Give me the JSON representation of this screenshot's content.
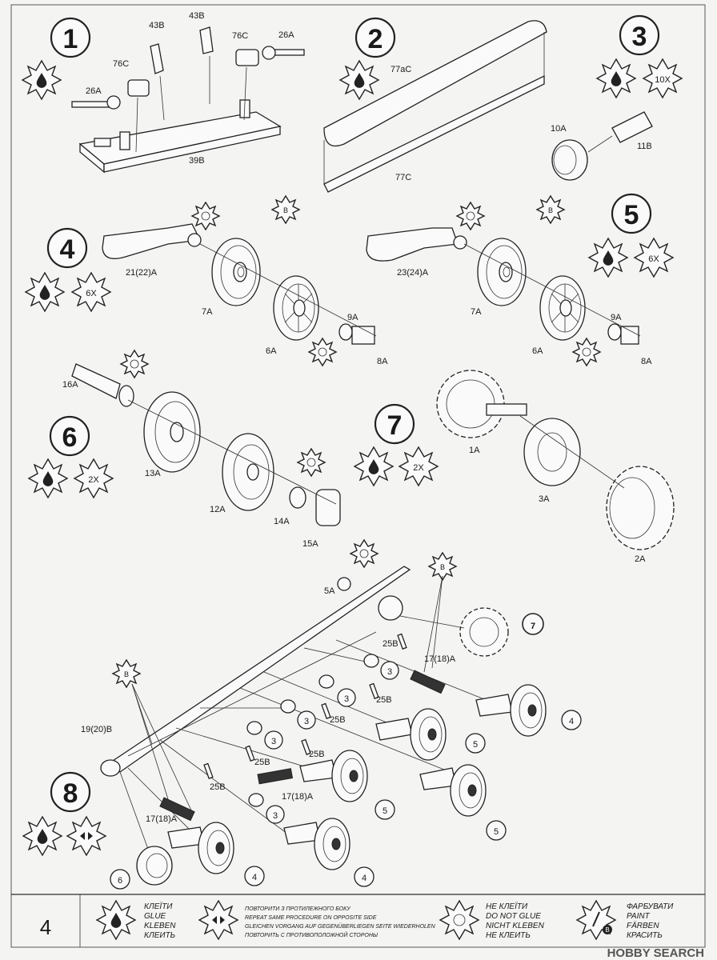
{
  "page": {
    "number": "4",
    "watermark": "HOBBY SEARCH"
  },
  "steps": [
    {
      "number": "1",
      "labels": [
        "43B",
        "43B",
        "76C",
        "26A",
        "76C",
        "26A",
        "39B"
      ]
    },
    {
      "number": "2",
      "labels": [
        "77aC",
        "77C"
      ]
    },
    {
      "number": "3",
      "multiplier": "10X",
      "labels": [
        "10A",
        "11B"
      ]
    },
    {
      "number": "4",
      "multiplier": "6X",
      "labels": [
        "21(22)A",
        "7A",
        "6A",
        "9A",
        "8A"
      ]
    },
    {
      "number": "5",
      "multiplier": "6X",
      "labels": [
        "23(24)A",
        "7A",
        "6A",
        "9A",
        "8A"
      ]
    },
    {
      "number": "6",
      "multiplier": "2X",
      "labels": [
        "16A",
        "13A",
        "12A",
        "14A",
        "15A"
      ]
    },
    {
      "number": "7",
      "multiplier": "2X",
      "labels": [
        "1A",
        "3A",
        "2A"
      ]
    },
    {
      "number": "8",
      "labels": [
        "5A",
        "7",
        "25B",
        "17(18)A",
        "3",
        "25B",
        "3",
        "25B",
        "4",
        "3",
        "25B",
        "5",
        "3",
        "25B",
        "19(20)B",
        "25B",
        "17(18)A",
        "3",
        "5",
        "17(18)A",
        "5",
        "6",
        "4",
        "4"
      ]
    }
  ],
  "markers": {
    "paint_letter": "B"
  },
  "legend": {
    "glue": [
      "КЛЕЇТИ",
      "GLUE",
      "KLEBEN",
      "КЛЕИТЬ"
    ],
    "repeat": [
      "ПОВТОРИТИ З ПРОТИЛЕЖНОГО БОКУ",
      "REPEAT SAME PROCEDURE ON OPPOSITE SIDE",
      "GLEICHEN VORGANG AUF GEGENÜBERLIEGEN SEITE WIEDERHOLEN",
      "ПОВТОРИТЬ С ПРОТИВОПОЛОЖНОЙ СТОРОНЫ"
    ],
    "no_glue": [
      "НЕ КЛЕЇТИ",
      "DO NOT GLUE",
      "NICHT KLEBEN",
      "НЕ КЛЕИТЬ"
    ],
    "paint": [
      "ФАРБУВАТИ",
      "PAINT",
      "FÄRBEN",
      "КРАСИТЬ"
    ],
    "paint_letter": "B"
  }
}
